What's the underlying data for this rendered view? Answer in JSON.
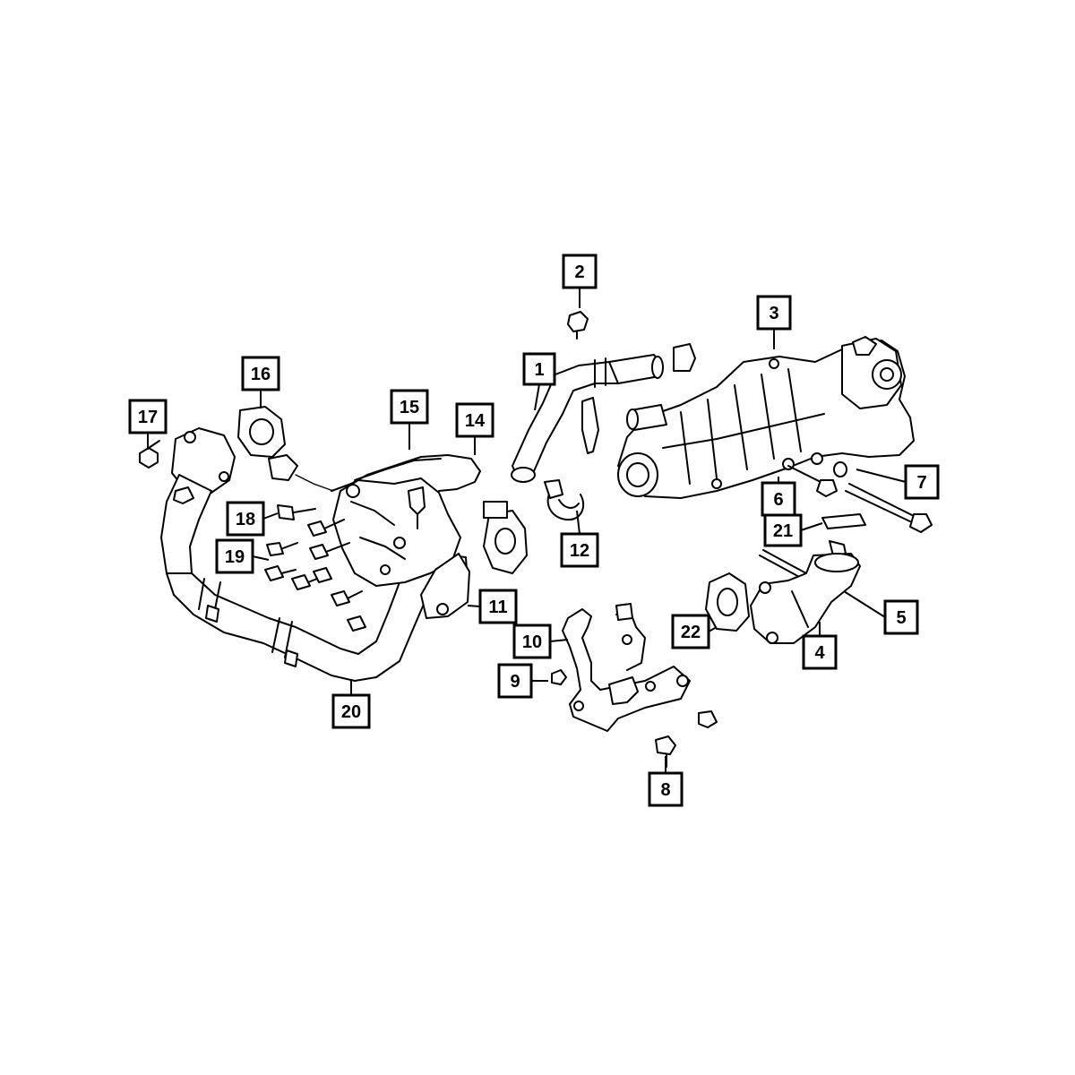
{
  "diagram": {
    "line_color": "#000000",
    "background_color": "#ffffff",
    "callouts": [
      {
        "id": "c1",
        "label": "1"
      },
      {
        "id": "c2",
        "label": "2"
      },
      {
        "id": "c3",
        "label": "3"
      },
      {
        "id": "c4",
        "label": "4"
      },
      {
        "id": "c5",
        "label": "5"
      },
      {
        "id": "c6",
        "label": "6"
      },
      {
        "id": "c7",
        "label": "7"
      },
      {
        "id": "c8",
        "label": "8"
      },
      {
        "id": "c9",
        "label": "9"
      },
      {
        "id": "c10",
        "label": "10"
      },
      {
        "id": "c11",
        "label": "11"
      },
      {
        "id": "c12",
        "label": "12"
      },
      {
        "id": "c14",
        "label": "14"
      },
      {
        "id": "c15",
        "label": "15"
      },
      {
        "id": "c16",
        "label": "16"
      },
      {
        "id": "c17",
        "label": "17"
      },
      {
        "id": "c18",
        "label": "18"
      },
      {
        "id": "c19",
        "label": "19"
      },
      {
        "id": "c20",
        "label": "20"
      },
      {
        "id": "c21",
        "label": "21"
      },
      {
        "id": "c22",
        "label": "22"
      }
    ]
  }
}
